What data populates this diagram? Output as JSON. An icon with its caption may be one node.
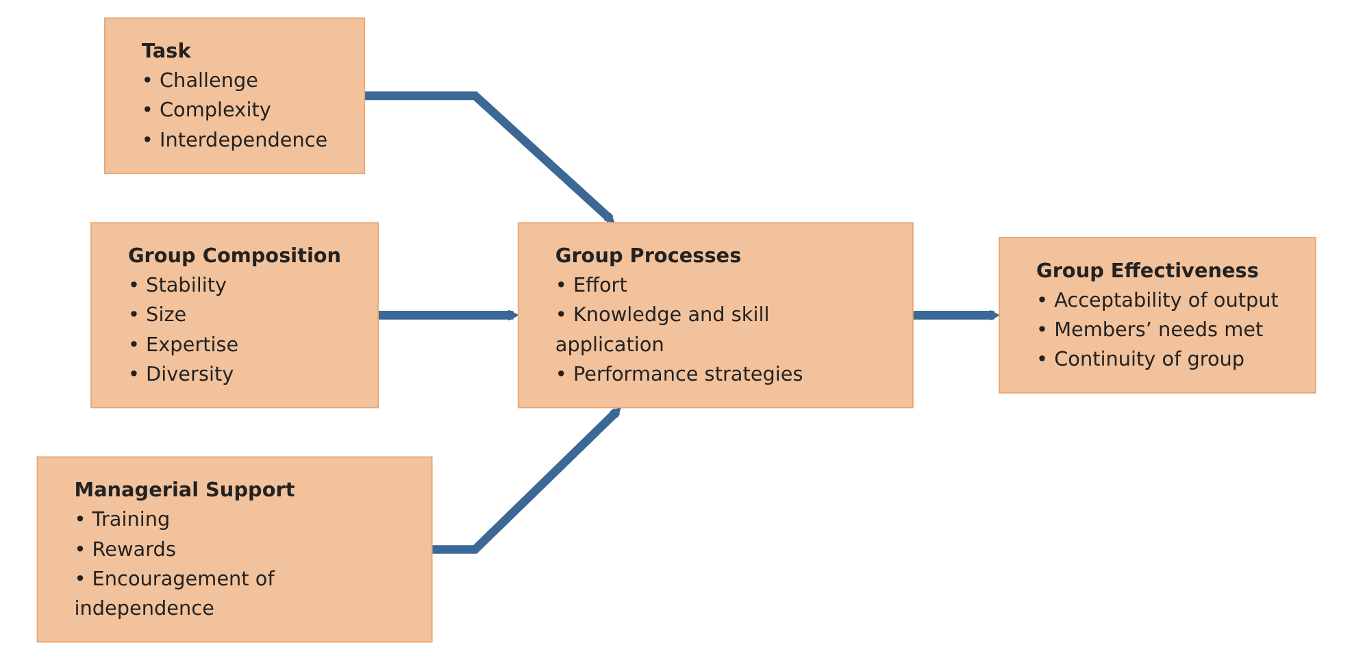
{
  "diagram": {
    "nodes": [
      {
        "text": [
          "Task",
          "• Challenge",
          "• Complexity",
          "• Interdependence"
        ]
      },
      {
        "text": [
          "Group Composition",
          "• Stability",
          "• Size",
          "• Expertise",
          "• Diversity"
        ]
      },
      {
        "text": [
          "Managerial Support",
          "• Training",
          "• Rewards",
          "• Encouragement of independence"
        ]
      },
      {
        "text": [
          "Group Processes",
          "• Effort",
          "• Knowledge and skill application",
          "• Performance strategies"
        ]
      },
      {
        "text": [
          "Group Effectiveness",
          "• Acceptability of output",
          "• Members’ needs met",
          "• Continuity of group"
        ]
      }
    ],
    "edges": [
      {
        "from": 0,
        "to": 3,
        "arrow": "to"
      },
      {
        "from": 1,
        "to": 3,
        "arrow": "to"
      },
      {
        "from": 2,
        "to": 3,
        "arrow": "to"
      },
      {
        "from": 3,
        "to": 4,
        "arrow": "to"
      }
    ]
  }
}
